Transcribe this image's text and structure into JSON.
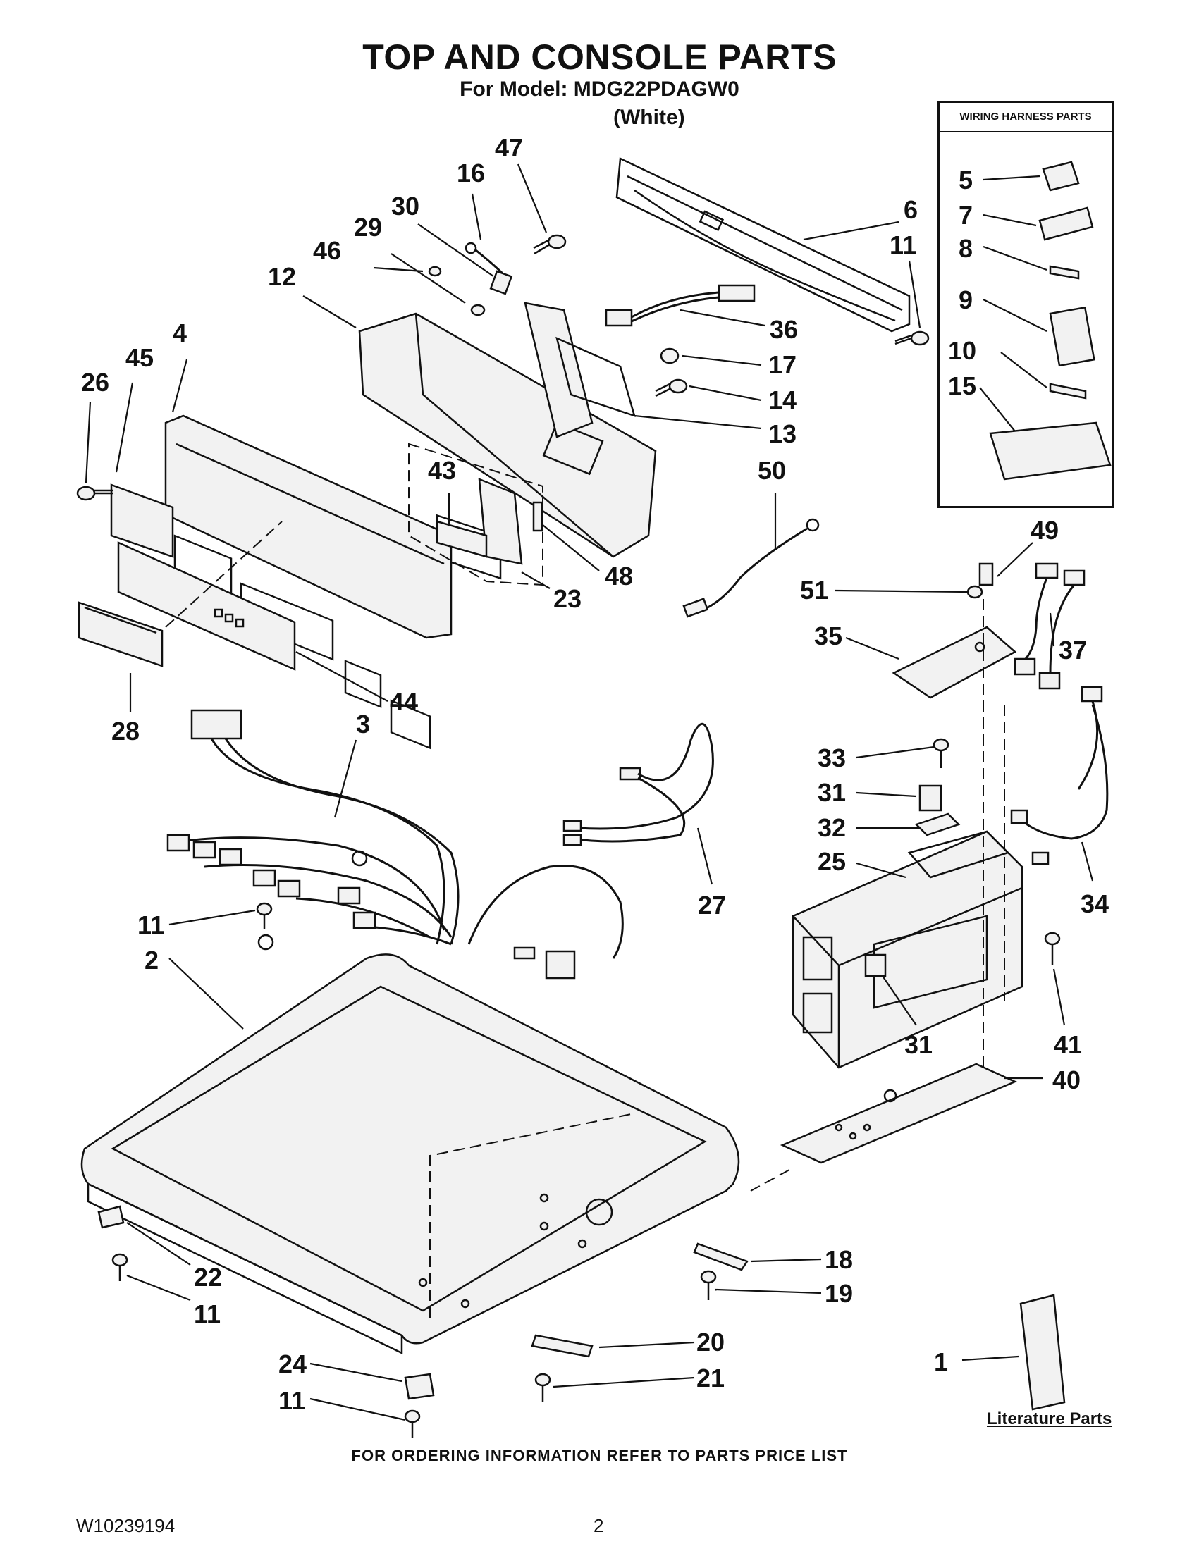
{
  "header": {
    "title": "TOP AND CONSOLE PARTS",
    "model_line": "For Model: MDG22PDAGW0",
    "color_line": "(White)"
  },
  "harness_box": {
    "title": "WIRING HARNESS PARTS"
  },
  "literature": {
    "label": "Literature Parts"
  },
  "footer": {
    "ordering_note": "FOR ORDERING INFORMATION REFER TO PARTS PRICE LIST",
    "doc_number": "W10239194",
    "page_number": "2"
  },
  "callouts": [
    {
      "id": "c47",
      "text": "47"
    },
    {
      "id": "c16",
      "text": "16"
    },
    {
      "id": "c30",
      "text": "30"
    },
    {
      "id": "c29",
      "text": "29"
    },
    {
      "id": "c46",
      "text": "46"
    },
    {
      "id": "c12",
      "text": "12"
    },
    {
      "id": "c6",
      "text": "6"
    },
    {
      "id": "c11a",
      "text": "11"
    },
    {
      "id": "c36",
      "text": "36"
    },
    {
      "id": "c17",
      "text": "17"
    },
    {
      "id": "c14",
      "text": "14"
    },
    {
      "id": "c13",
      "text": "13"
    },
    {
      "id": "c4",
      "text": "4"
    },
    {
      "id": "c45",
      "text": "45"
    },
    {
      "id": "c26",
      "text": "26"
    },
    {
      "id": "c43",
      "text": "43"
    },
    {
      "id": "c50",
      "text": "50"
    },
    {
      "id": "c48",
      "text": "48"
    },
    {
      "id": "c23",
      "text": "23"
    },
    {
      "id": "c49",
      "text": "49"
    },
    {
      "id": "c51",
      "text": "51"
    },
    {
      "id": "c35",
      "text": "35"
    },
    {
      "id": "c37",
      "text": "37"
    },
    {
      "id": "c44",
      "text": "44"
    },
    {
      "id": "c28",
      "text": "28"
    },
    {
      "id": "c3",
      "text": "3"
    },
    {
      "id": "c33",
      "text": "33"
    },
    {
      "id": "c31a",
      "text": "31"
    },
    {
      "id": "c32",
      "text": "32"
    },
    {
      "id": "c25",
      "text": "25"
    },
    {
      "id": "c34",
      "text": "34"
    },
    {
      "id": "c27",
      "text": "27"
    },
    {
      "id": "c11b",
      "text": "11"
    },
    {
      "id": "c2",
      "text": "2"
    },
    {
      "id": "c41",
      "text": "41"
    },
    {
      "id": "c31b",
      "text": "31"
    },
    {
      "id": "c40",
      "text": "40"
    },
    {
      "id": "c22",
      "text": "22"
    },
    {
      "id": "c11c",
      "text": "11"
    },
    {
      "id": "c18",
      "text": "18"
    },
    {
      "id": "c19",
      "text": "19"
    },
    {
      "id": "c20",
      "text": "20"
    },
    {
      "id": "c21",
      "text": "21"
    },
    {
      "id": "c24",
      "text": "24"
    },
    {
      "id": "c11d",
      "text": "11"
    },
    {
      "id": "c1",
      "text": "1"
    },
    {
      "id": "h5",
      "text": "5"
    },
    {
      "id": "h7",
      "text": "7"
    },
    {
      "id": "h8",
      "text": "8"
    },
    {
      "id": "h9",
      "text": "9"
    },
    {
      "id": "h10",
      "text": "10"
    },
    {
      "id": "h15",
      "text": "15"
    }
  ]
}
